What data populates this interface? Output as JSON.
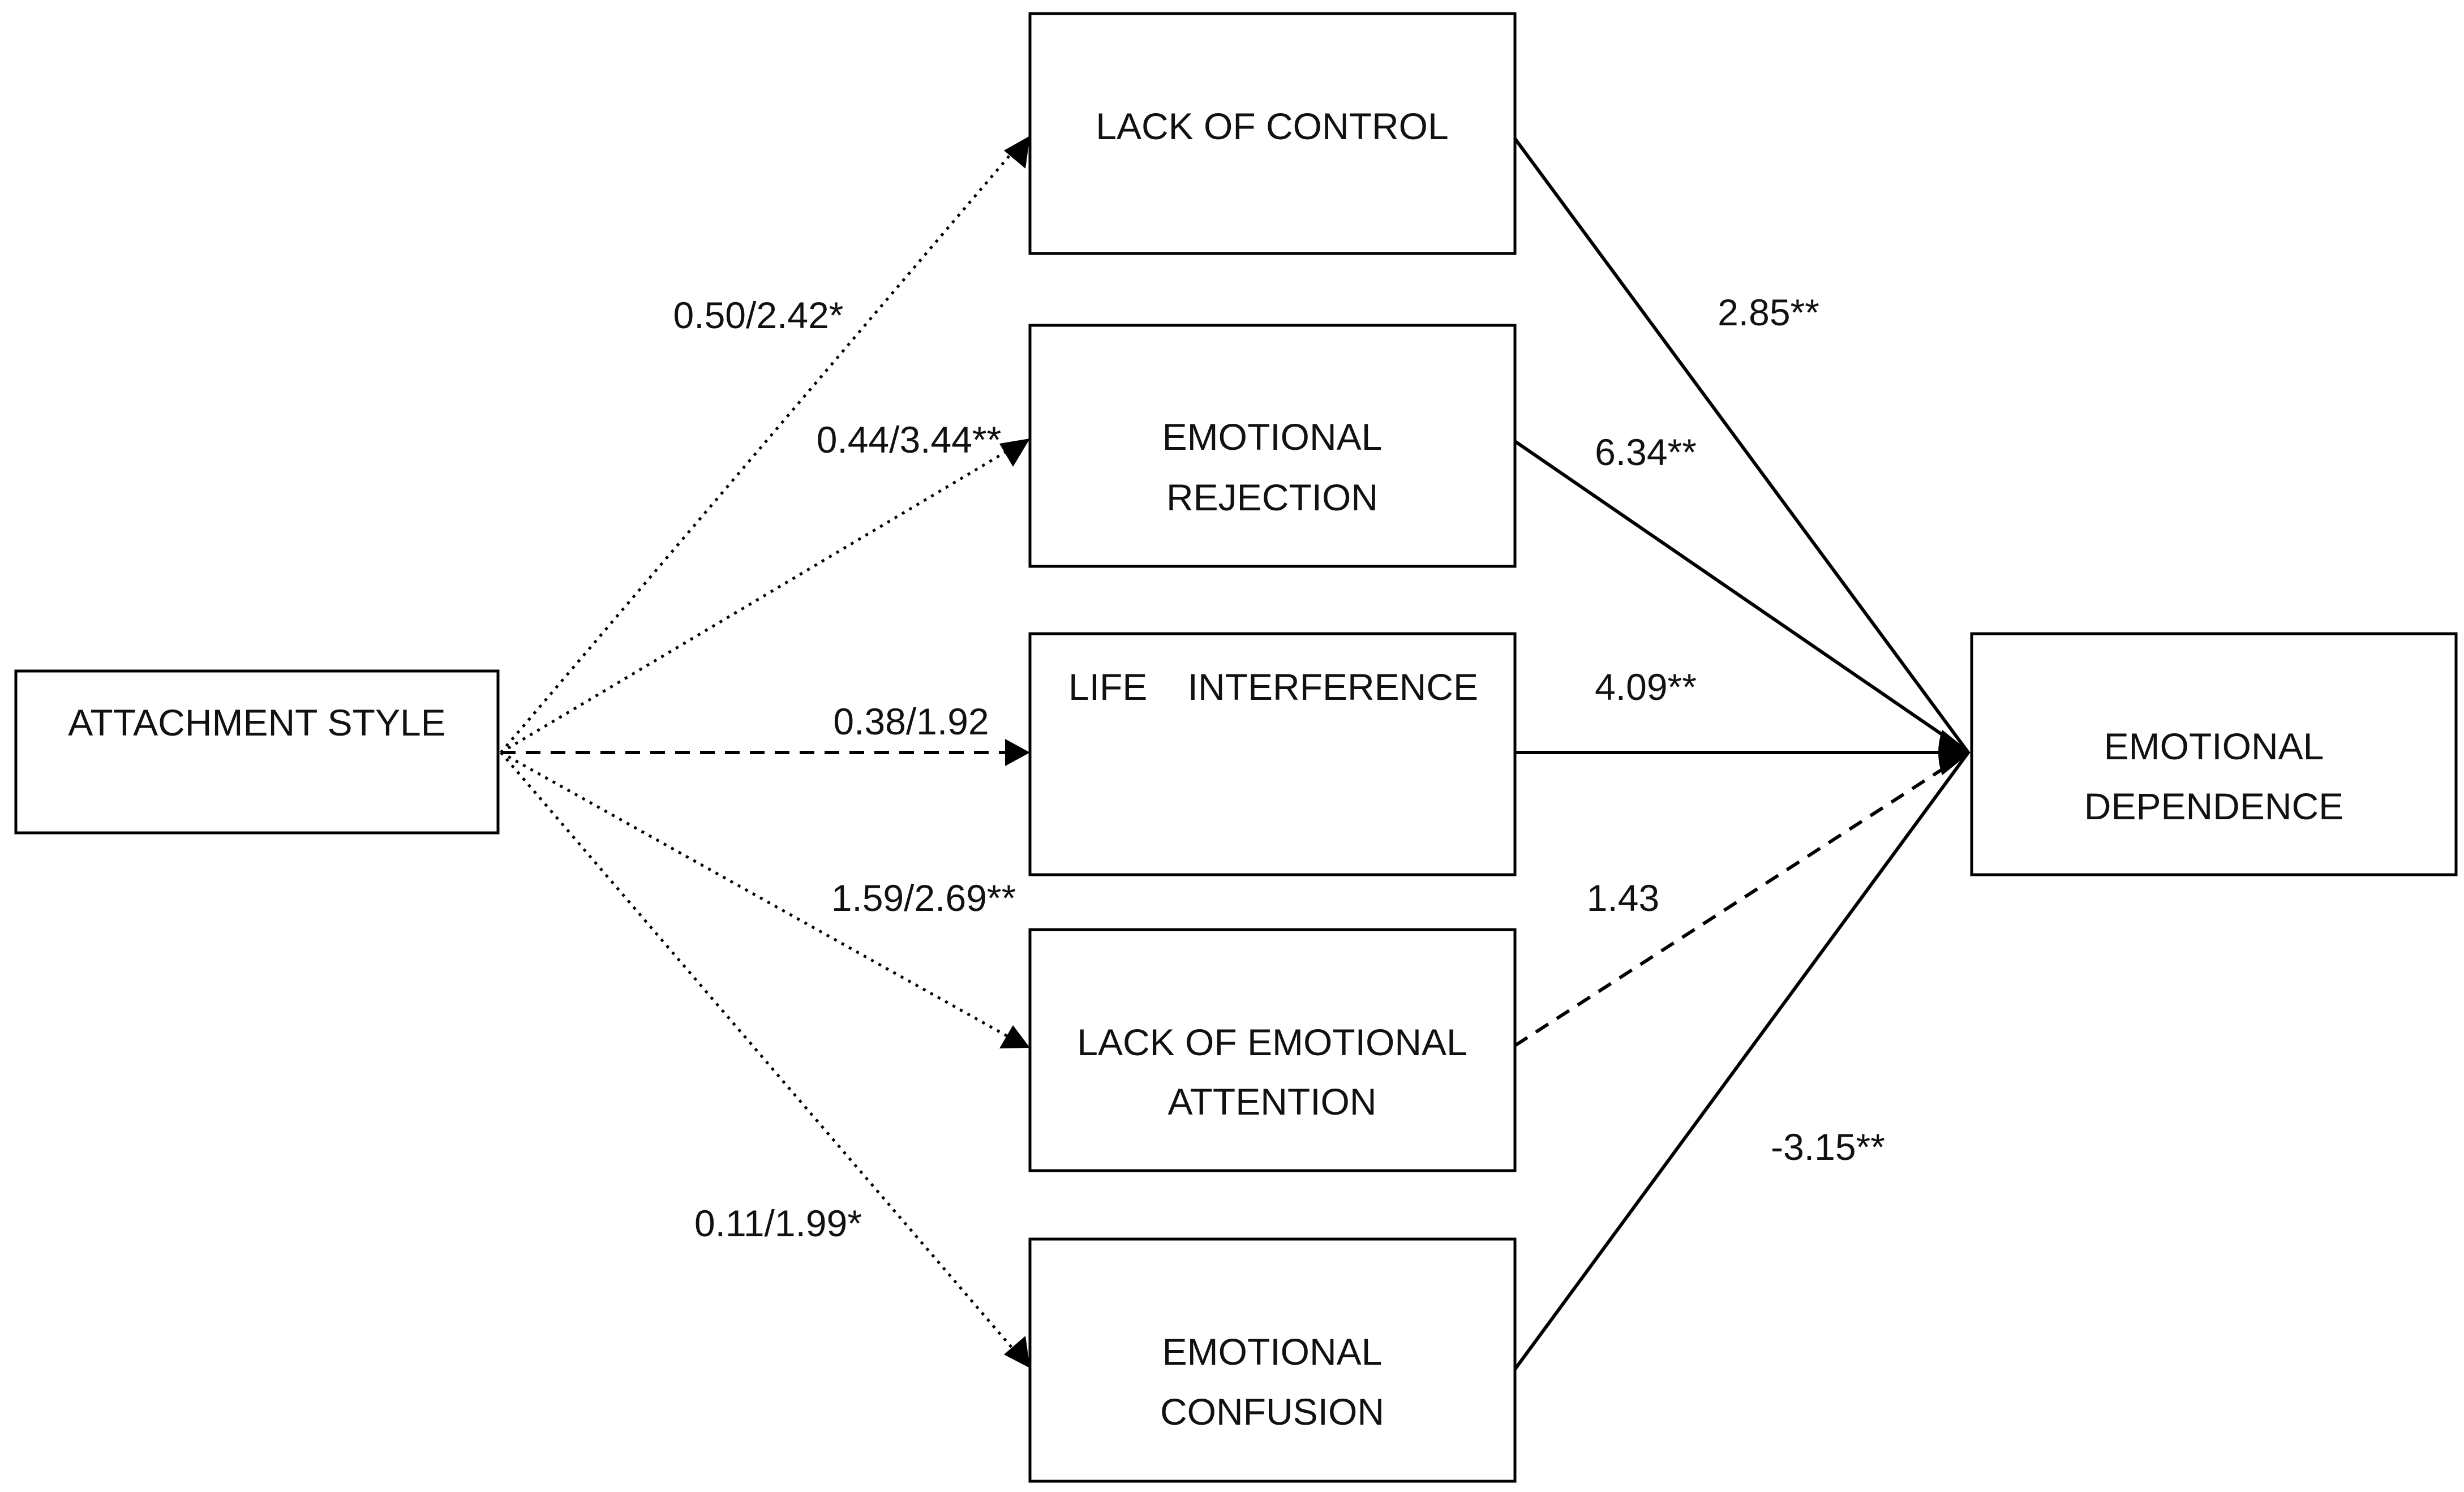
{
  "nodes": {
    "attachment": {
      "lines": [
        "ATTACHMENT STYLE"
      ]
    },
    "lack_control": {
      "lines": [
        "LACK OF CONTROL"
      ]
    },
    "emotional_rejection": {
      "lines": [
        "EMOTIONAL",
        "REJECTION"
      ]
    },
    "life_interference": {
      "lines": [
        "LIFE",
        "INTERFERENCE"
      ]
    },
    "lack_emotional_attention": {
      "lines": [
        "LACK OF EMOTIONAL",
        "ATTENTION"
      ]
    },
    "emotional_confusion": {
      "lines": [
        "EMOTIONAL",
        "CONFUSION"
      ]
    },
    "emotional_dependence": {
      "lines": [
        "EMOTIONAL",
        "DEPENDENCE"
      ]
    }
  },
  "left_paths": [
    {
      "to": "lack_control",
      "label": "0.50/2.42*",
      "style": "dotted"
    },
    {
      "to": "emotional_rejection",
      "label": "0.44/3.44**",
      "style": "dotted"
    },
    {
      "to": "life_interference",
      "label": "0.38/1.92",
      "style": "dashed"
    },
    {
      "to": "lack_emotional_attention",
      "label": "1.59/2.69**",
      "style": "dotted"
    },
    {
      "to": "emotional_confusion",
      "label": "0.11/1.99*",
      "style": "dotted"
    }
  ],
  "right_paths": [
    {
      "from": "lack_control",
      "label": "2.85**",
      "style": "solid"
    },
    {
      "from": "emotional_rejection",
      "label": "6.34**",
      "style": "solid"
    },
    {
      "from": "life_interference",
      "label": "4.09**",
      "style": "solid"
    },
    {
      "from": "lack_emotional_attention",
      "label": "1.43",
      "style": "dashed"
    },
    {
      "from": "emotional_confusion",
      "label": "-3.15**",
      "style": "solid"
    }
  ]
}
